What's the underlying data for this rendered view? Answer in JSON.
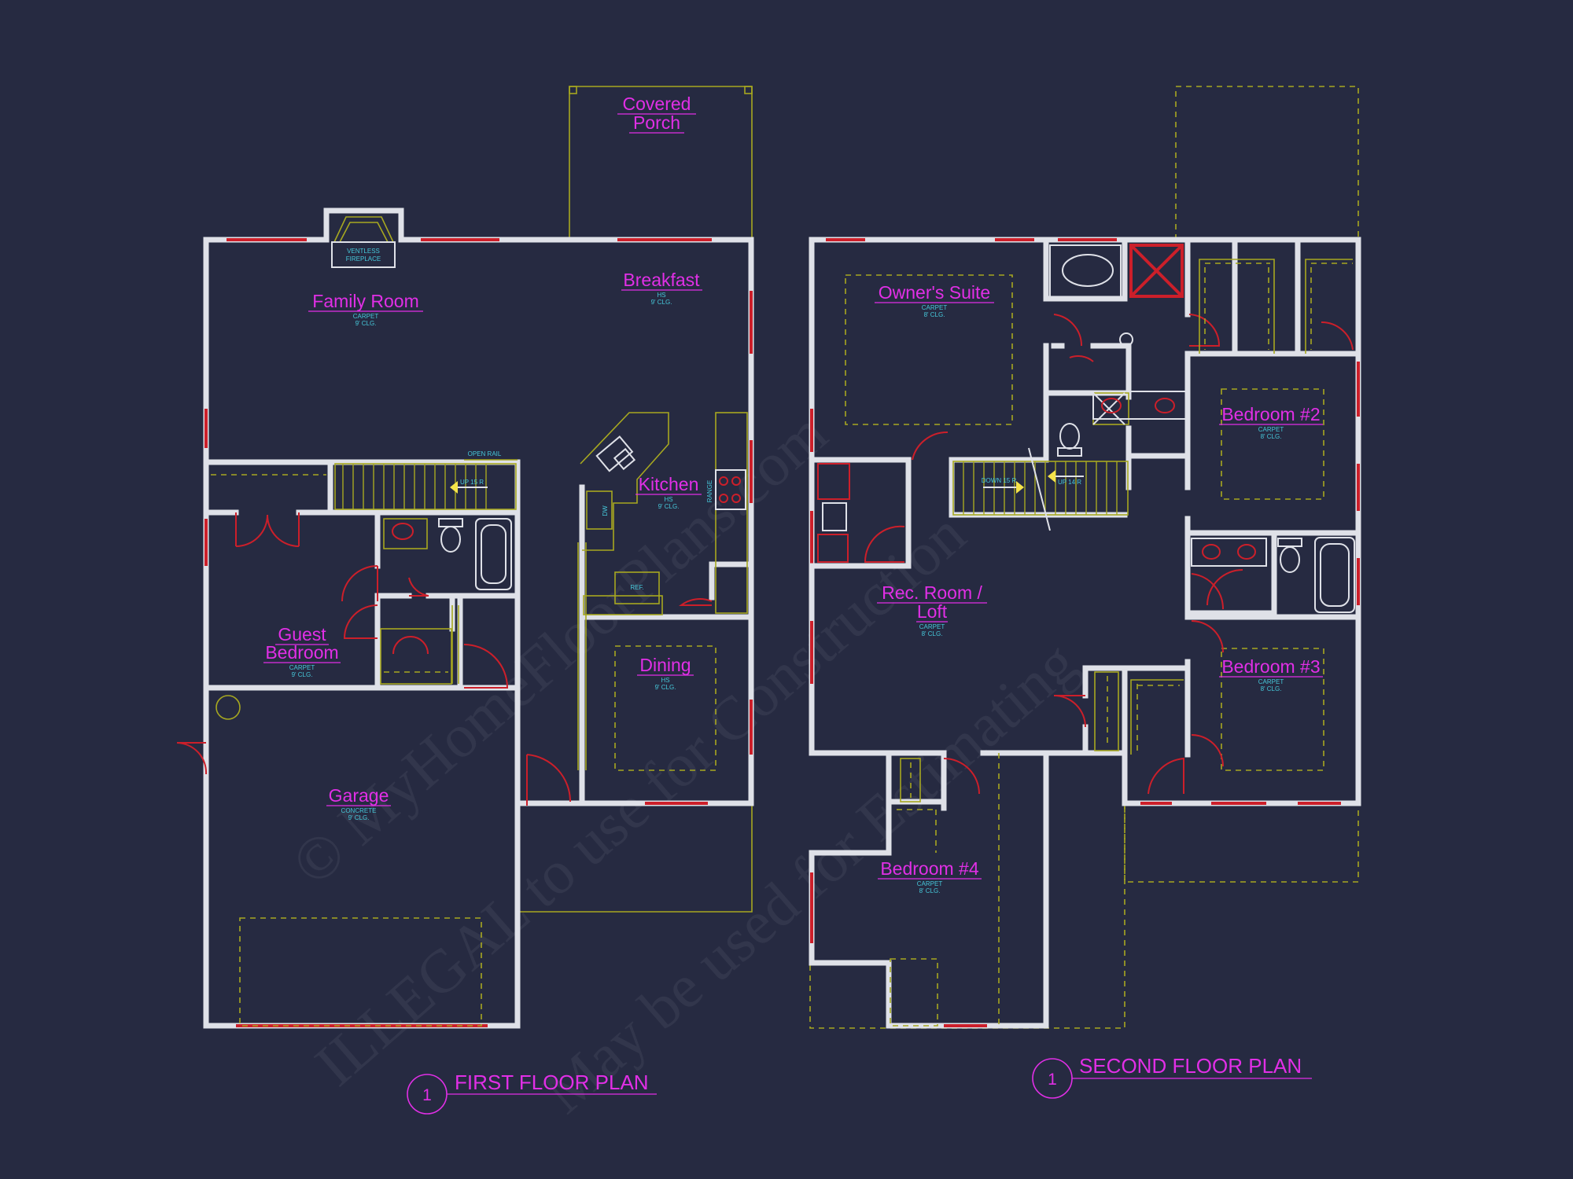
{
  "watermark": {
    "line1": "© MyHomeFloorPlans.com",
    "line2": "ILLEGAL to use for Construction",
    "line3": "May be used for Estimating"
  },
  "first_floor": {
    "title": "FIRST FLOOR PLAN",
    "number": "1",
    "rooms": {
      "covered_porch": {
        "name1": "Covered",
        "name2": "Porch"
      },
      "family_room": {
        "name": "Family Room",
        "spec1": "CARPET",
        "spec2": "9' CLG."
      },
      "breakfast": {
        "name": "Breakfast",
        "spec1": "HS",
        "spec2": "9' CLG."
      },
      "kitchen": {
        "name": "Kitchen",
        "spec1": "HS",
        "spec2": "9' CLG."
      },
      "dining": {
        "name": "Dining",
        "spec1": "HS",
        "spec2": "9' CLG."
      },
      "guest_bedroom": {
        "name1": "Guest",
        "name2": "Bedroom",
        "spec1": "CARPET",
        "spec2": "9' CLG."
      },
      "garage": {
        "name": "Garage",
        "spec1": "CONCRETE",
        "spec2": "9' CLG."
      }
    },
    "notes": {
      "fireplace1": "VENTLESS",
      "fireplace2": "FIREPLACE",
      "open_rail": "OPEN RAIL",
      "stair": "UP 15 R",
      "range": "RANGE",
      "ref": "REF.",
      "dw": "DW"
    }
  },
  "second_floor": {
    "title": "SECOND FLOOR PLAN",
    "number": "1",
    "rooms": {
      "owners_suite": {
        "name": "Owner's Suite",
        "spec1": "CARPET",
        "spec2": "8' CLG."
      },
      "bedroom2": {
        "name": "Bedroom #2",
        "spec1": "CARPET",
        "spec2": "8' CLG."
      },
      "rec_room": {
        "name1": "Rec. Room /",
        "name2": "Loft",
        "spec1": "CARPET",
        "spec2": "8' CLG."
      },
      "bedroom3": {
        "name": "Bedroom #3",
        "spec1": "CARPET",
        "spec2": "8' CLG."
      },
      "bedroom4": {
        "name": "Bedroom #4",
        "spec1": "CARPET",
        "spec2": "8' CLG."
      }
    },
    "notes": {
      "stair_down": "DOWN 15 R",
      "stair_up": "UP 14 R"
    }
  },
  "colors": {
    "background": "#262a41",
    "walls": "#dfe1e8",
    "windows": "#cc1f2a",
    "outlines": "#a7a820",
    "room_labels": "#e12fe6",
    "specs": "#46c8da"
  }
}
